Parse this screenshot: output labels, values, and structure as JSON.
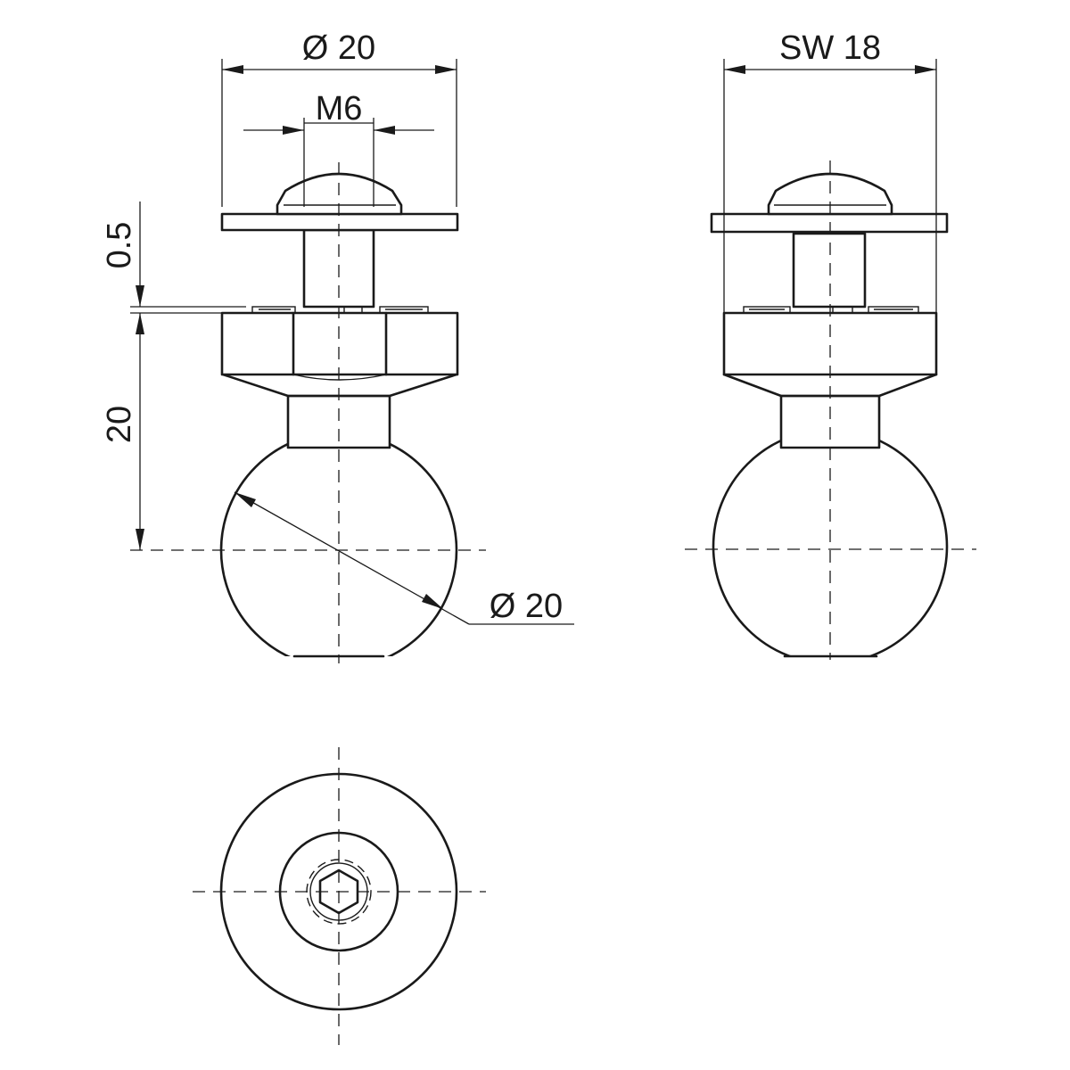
{
  "dimensions": {
    "head_diameter": "Ø 20",
    "thread": "M6",
    "spacing": "0.5",
    "height": "20",
    "ball_diameter": "Ø 20",
    "wrench_size": "SW 18"
  },
  "colors": {
    "line": "#1a1a1a",
    "background": "#ffffff"
  }
}
